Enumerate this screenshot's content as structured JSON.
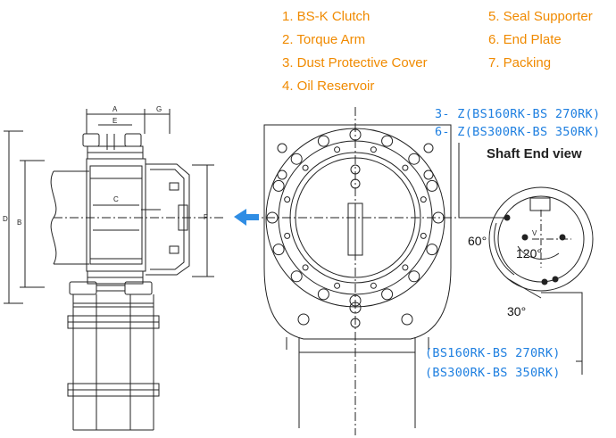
{
  "legend": [
    {
      "text": "1. BS-K Clutch"
    },
    {
      "text": "2. Torque Arm"
    },
    {
      "text": "3. Dust Protective Cover"
    },
    {
      "text": "4. Oil Reservoir"
    },
    {
      "text": "5. Seal Supporter"
    },
    {
      "text": "6. End Plate"
    },
    {
      "text": "7. Packing"
    }
  ],
  "bolt_labels": {
    "z3": "3- Z(BS160RK-BS 270RK)",
    "z6": "6- Z(BS300RK-BS 350RK)",
    "bottom1": "(BS160RK-BS 270RK)",
    "bottom2": "(BS300RK-BS 350RK)"
  },
  "shaft_view_title": "Shaft End view",
  "angles": {
    "a60": "60°",
    "a120": "120°",
    "a30": "30°"
  },
  "dims": {
    "A": "A",
    "G": "G",
    "C": "C",
    "B": "B",
    "D": "D",
    "E": "E",
    "F": "F",
    "V": "V"
  },
  "colors": {
    "legend": "#f08a00",
    "blue": "#1e7fe0",
    "line": "#222222",
    "arrow": "#2f8de4"
  }
}
